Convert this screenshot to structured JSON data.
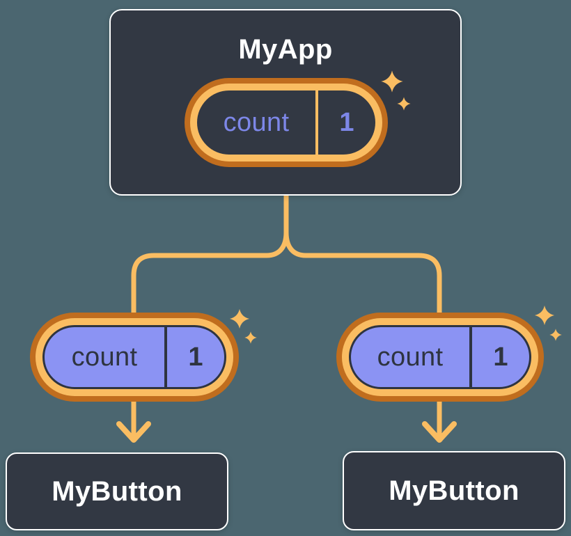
{
  "root_node": {
    "title": "MyApp",
    "state": {
      "label": "count",
      "value": "1"
    }
  },
  "child_nodes": [
    {
      "title": "MyButton",
      "state": {
        "label": "count",
        "value": "1"
      }
    },
    {
      "title": "MyButton",
      "state": {
        "label": "count",
        "value": "1"
      }
    }
  ],
  "icons": {
    "sparkle": "four-point-star"
  },
  "colors": {
    "background": "#4b6670",
    "node_fill": "#323843",
    "node_border": "#ffffff",
    "node_text": "#ffffff",
    "pill_outer_ring": "#c06d1e",
    "pill_inner_ring": "#fabd62",
    "pill_child_fill": "#8b93f3",
    "root_state_text": "#7d87e8",
    "child_state_text": "#2e3440",
    "connector": "#fabd62",
    "sparkle": "#fabd62"
  }
}
